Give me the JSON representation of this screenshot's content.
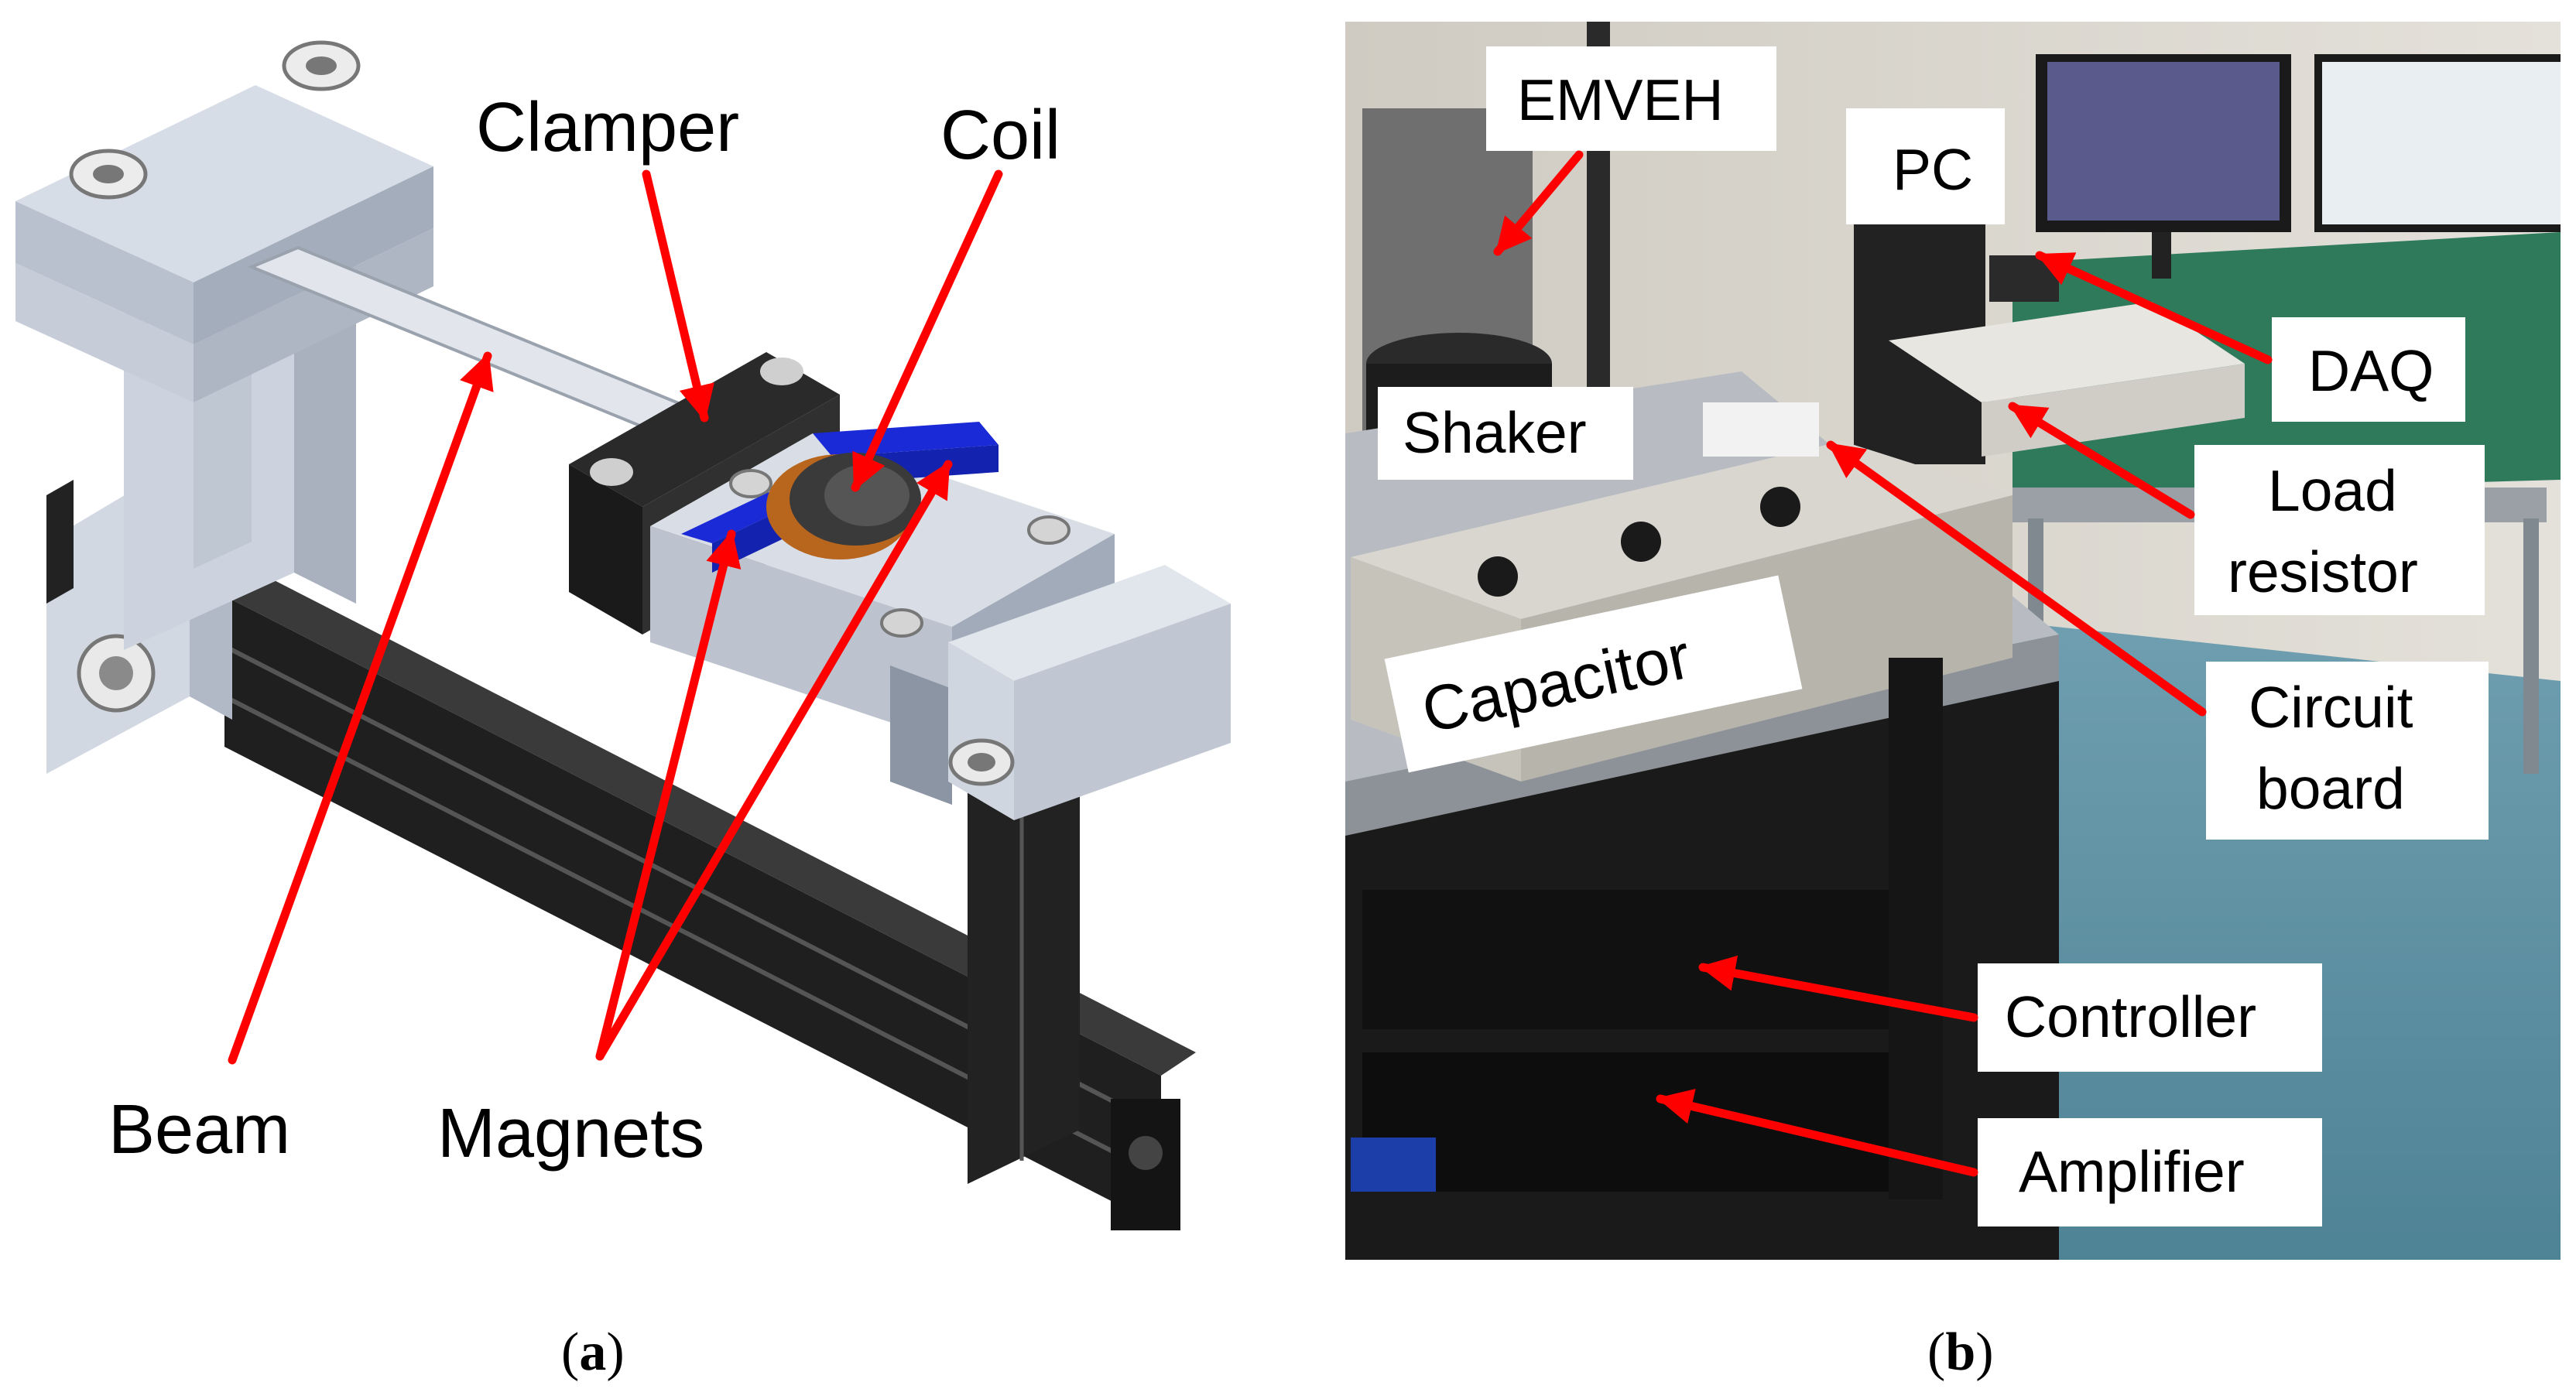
{
  "colors": {
    "arrow": "#ff0000",
    "magnet": "#1a2ad6",
    "coil": "#b8651e",
    "aluminium": "#c9d0dc",
    "profile": "#1f1f1f",
    "label_box": "#ffffff"
  },
  "panel_a": {
    "caption_open": "(",
    "caption_letter": "a",
    "caption_close": ")",
    "labels": {
      "clamper": "Clamper",
      "coil": "Coil",
      "beam": "Beam",
      "magnets": "Magnets"
    }
  },
  "panel_b": {
    "caption_open": "(",
    "caption_letter": "b",
    "caption_close": ")",
    "labels": {
      "emveh": "EMVEH",
      "pc": "PC",
      "shaker": "Shaker",
      "daq": "DAQ",
      "load_resistor_1": "Load",
      "load_resistor_2": "resistor",
      "capacitor": "Capacitor",
      "circuit_board_1": "Circuit",
      "circuit_board_2": "board",
      "controller": "Controller",
      "amplifier": "Amplifier"
    }
  }
}
